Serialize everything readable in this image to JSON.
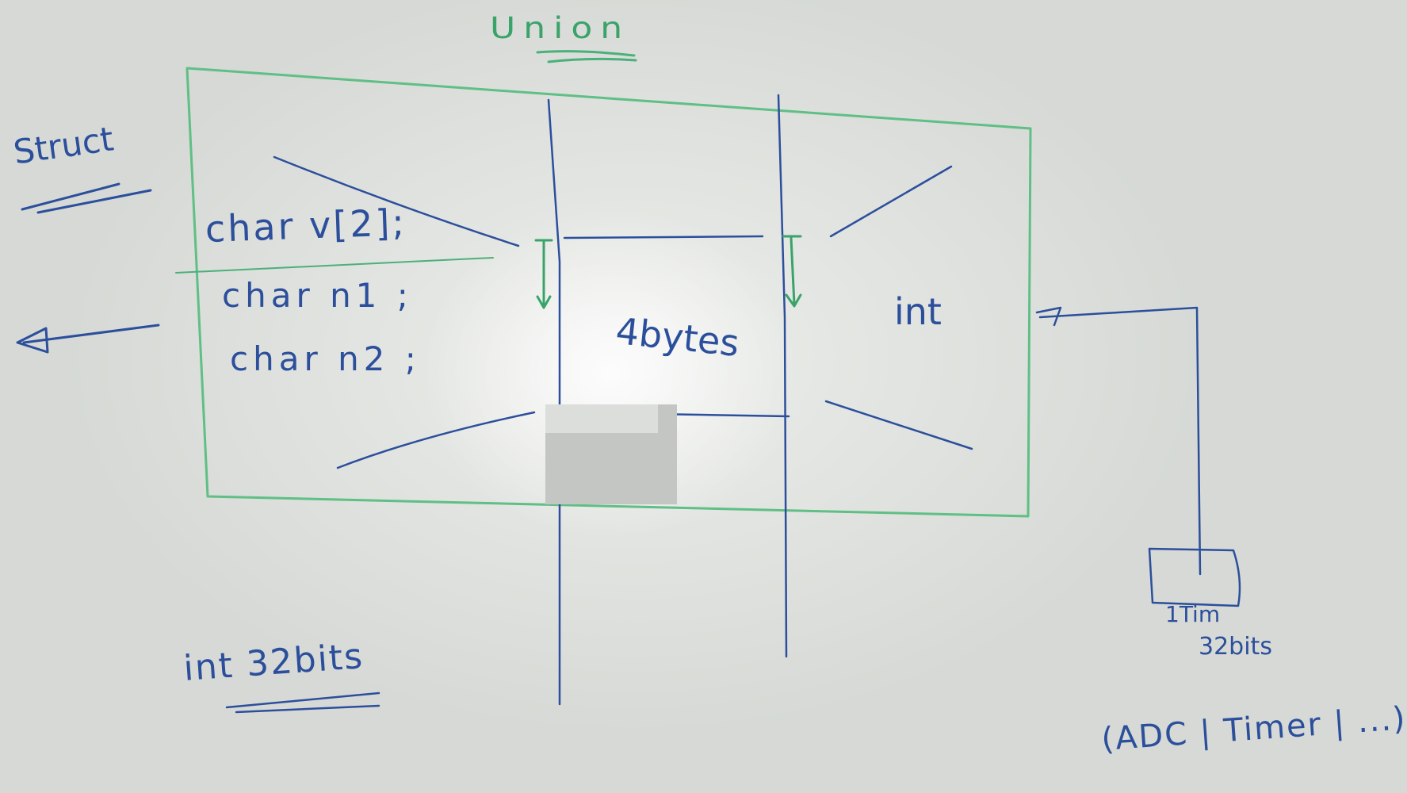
{
  "board": {
    "union_label": "Union",
    "struct_label": "Struct",
    "struct_fields": [
      "char v[2];",
      "char n1 ;",
      "char n2 ;"
    ],
    "middle_label": "4bytes",
    "union_int_label": "int",
    "int_size_label": "int 32bits",
    "register_label": "1Tim",
    "register_size_label": "32bits",
    "peripherals_label": "(ADC | Timer | ...)"
  },
  "ink_colors": {
    "blue": "#2c4f9c",
    "green": "#3aa36a"
  }
}
